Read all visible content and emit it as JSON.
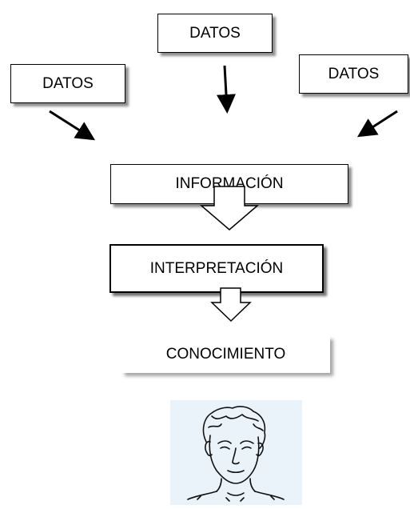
{
  "diagram": {
    "sources": {
      "top": "DATOS",
      "left": "DATOS",
      "right": "DATOS"
    },
    "information": "INFORMACIÓN",
    "interpretation": "INTERPRETACIÓN",
    "knowledge": "CONOCIMIENTO"
  },
  "colors": {
    "line": "#000000",
    "portrait_background": "#eaf3fa"
  },
  "icons": {
    "portrait": "human-head-sketch-icon"
  }
}
